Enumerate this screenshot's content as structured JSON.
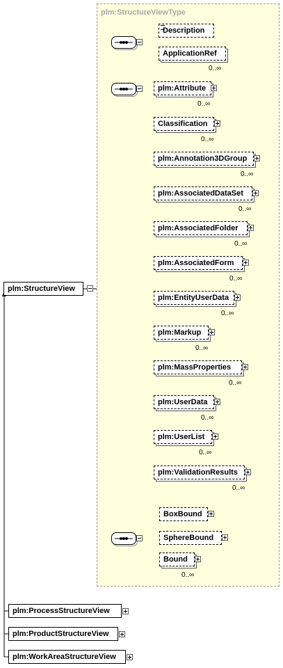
{
  "type_title": "plm:StructureViewType",
  "root": {
    "label": "plm:StructureView"
  },
  "group1": [
    {
      "label": "Description"
    },
    {
      "label": "ApplicationRef",
      "card": "0..∞"
    }
  ],
  "group2": [
    {
      "label": "plm:Attribute",
      "card": "0..∞"
    },
    {
      "label": "Classification",
      "card": "0..∞"
    },
    {
      "label": "plm:Annotation3DGroup",
      "card": "0..∞"
    },
    {
      "label": "plm:AssociatedDataSet",
      "card": "0..∞"
    },
    {
      "label": "plm:AssociatedFolder",
      "card": "0..∞"
    },
    {
      "label": "plm:AssociatedForm",
      "card": "0..∞"
    },
    {
      "label": "plm:EntityUserData",
      "card": "0..∞"
    },
    {
      "label": "plm:Markup",
      "card": "0..∞"
    },
    {
      "label": "plm:MassProperties",
      "card": "0..∞"
    },
    {
      "label": "plm:UserData",
      "card": "0..∞"
    },
    {
      "label": "plm:UserList",
      "card": "0..∞"
    },
    {
      "label": "plm:ValidationResults",
      "card": "0..∞"
    }
  ],
  "group3": [
    {
      "label": "BoxBound"
    },
    {
      "label": "SphereBound"
    },
    {
      "label": "Bound",
      "card": "0..∞"
    }
  ],
  "derived": [
    {
      "label": "plm:ProcessStructureView"
    },
    {
      "label": "plm:ProductStructureView"
    },
    {
      "label": "plm:WorkAreaStructureView"
    }
  ]
}
